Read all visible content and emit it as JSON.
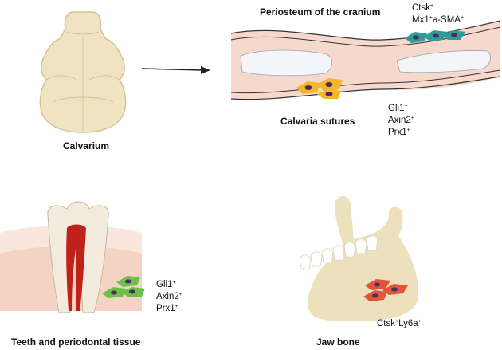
{
  "labels": {
    "calvarium": "Calvarium",
    "periosteum_title": "Periosteum of the cranium",
    "calvaria_sutures": "Calvaria sutures",
    "teeth_title": "Teeth and periodontal tissue",
    "jaw_title": "Jaw bone"
  },
  "markers": {
    "periosteum": [
      {
        "base": "Ctsk",
        "sup": "+"
      },
      {
        "base": "Mx1",
        "sup": "+",
        "after": "a-SMA",
        "sup2": "+"
      }
    ],
    "sutures": [
      {
        "base": "Gli1",
        "sup": "+"
      },
      {
        "base": "Axin2",
        "sup": "+"
      },
      {
        "base": "Prx1",
        "sup": "+"
      }
    ],
    "teeth": [
      {
        "base": "Gli1",
        "sup": "+"
      },
      {
        "base": "Axin2",
        "sup": "+"
      },
      {
        "base": "Prx1",
        "sup": "+"
      }
    ],
    "jaw": [
      {
        "base": "Ctsk",
        "sup": "+",
        "after": "Ly6a",
        "sup2": "+"
      }
    ]
  },
  "colors": {
    "bone": "#ede0bc",
    "bone_outline": "#d9c79b",
    "periosteum_layer": "#f6d9cc",
    "cells_teal": "#2f9c9a",
    "cells_yellow": "#f2b626",
    "cells_green": "#6cc04a",
    "cells_red": "#e2553b",
    "nucleus": "#4b2a66",
    "pulp": "#c0221b"
  }
}
